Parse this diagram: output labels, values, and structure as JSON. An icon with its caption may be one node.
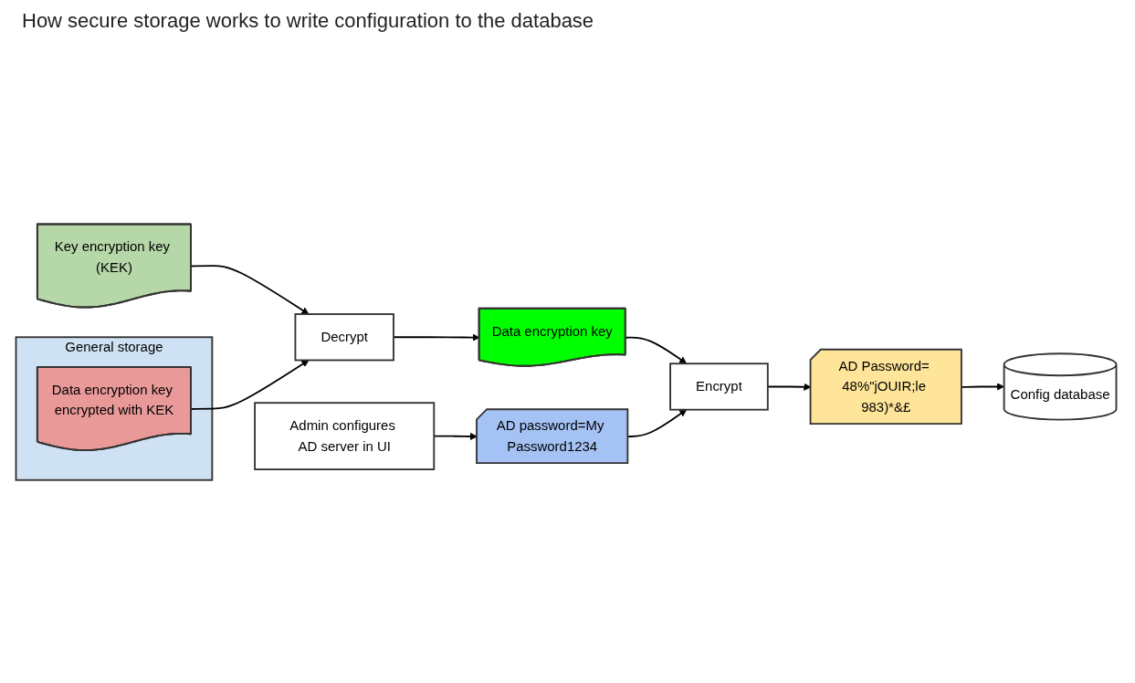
{
  "diagram": {
    "title": "How secure storage works to write configuration to the database",
    "nodes": [
      {
        "text": [
          "General storage"
        ]
      },
      {
        "text": [
          "Data encryption key encrypted with KEK"
        ],
        "in": 0
      },
      {
        "text": [
          "Key encryption key (KEK)"
        ]
      },
      {
        "text": [
          "Decrypt"
        ]
      },
      {
        "text": [
          "Data encryption key"
        ]
      },
      {
        "text": [
          "Admin configures AD server in UI"
        ]
      },
      {
        "text": [
          "AD password=My Password1234"
        ]
      },
      {
        "text": [
          "Encrypt"
        ]
      },
      {
        "text": [
          "AD Password= 48%\"jOUIR;le 983)*&£"
        ]
      },
      {
        "text": [
          "Config database"
        ]
      }
    ],
    "edges": [
      {
        "from": 2,
        "to": 3,
        "arrow": "to"
      },
      {
        "from": 1,
        "to": 3,
        "arrow": "to"
      },
      {
        "from": 3,
        "to": 4,
        "arrow": "to"
      },
      {
        "from": 4,
        "to": 7,
        "arrow": "to"
      },
      {
        "from": 5,
        "to": 6,
        "arrow": "to"
      },
      {
        "from": 6,
        "to": 7,
        "arrow": "to"
      },
      {
        "from": 7,
        "to": 8,
        "arrow": "to"
      },
      {
        "from": 8,
        "to": 9,
        "arrow": "to"
      }
    ]
  }
}
